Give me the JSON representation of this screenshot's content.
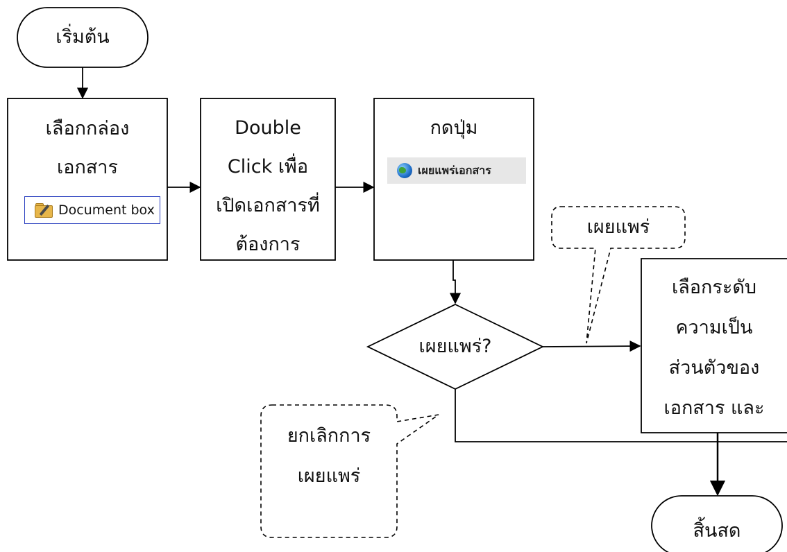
{
  "nodes": {
    "start": {
      "label": "เริ่มต้น"
    },
    "select_box": {
      "lines": [
        "เลือกกล่อง",
        "เอกสาร"
      ],
      "screenshot_label": "Document box"
    },
    "double_click": {
      "lines": [
        "Double",
        "Click เพื่อ",
        "เปิดเอกสารที่",
        "ต้องการ"
      ]
    },
    "press_button": {
      "lines": [
        "กดปุ่ม"
      ],
      "button_label": "เผยแพร่เอกสาร"
    },
    "decision": {
      "label": "เผยแพร่?"
    },
    "select_level": {
      "lines": [
        "เลือกระดับ",
        "ความเป็น",
        "ส่วนตัวของ",
        "เอกสาร และ"
      ]
    },
    "end": {
      "label": "สิ้นสด"
    }
  },
  "callouts": {
    "publish": {
      "label": "เผยแพร่"
    },
    "cancel": {
      "lines": [
        "ยกเลิกการ",
        "เผยแพร่"
      ]
    }
  },
  "colors": {
    "stroke": "#000000",
    "docbox_border": "#2a3fbf",
    "button_bg": "#e7e7e7"
  },
  "icons": {
    "document_box": "folder-pen-icon",
    "publish_button": "globe-icon"
  }
}
